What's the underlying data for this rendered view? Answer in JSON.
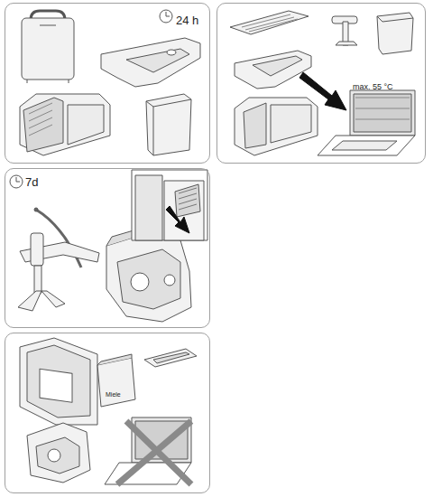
{
  "diagram": {
    "nodes": [
      {
        "text": [
          "24 h"
        ]
      },
      {
        "text": [
          "max. 55 °C"
        ]
      },
      {
        "text": [
          "7d"
        ]
      },
      {
        "text": [
          "Miele"
        ]
      }
    ]
  }
}
